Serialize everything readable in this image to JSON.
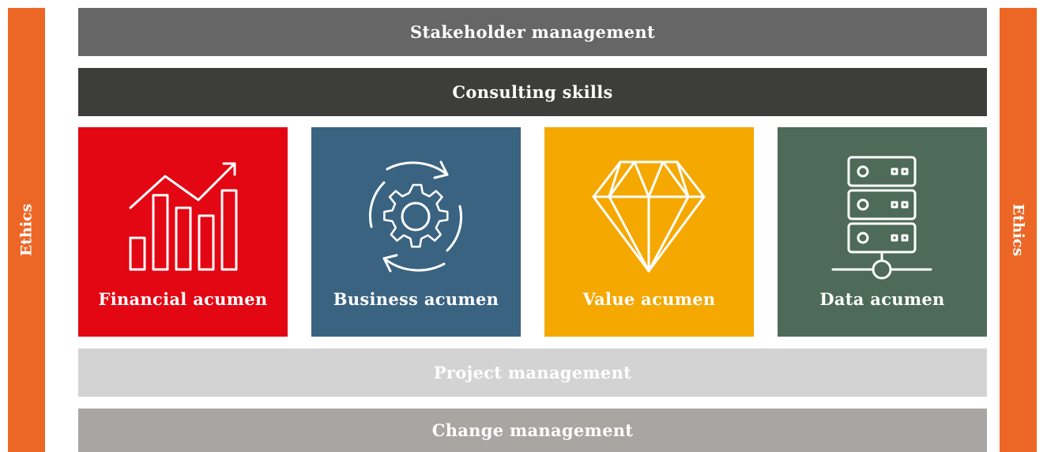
{
  "side_labels": {
    "left": "Ethics",
    "right": "Ethics"
  },
  "bars": {
    "stakeholder": "Stakeholder management",
    "consulting": "Consulting skills",
    "project": "Project management",
    "change": "Change management"
  },
  "tiles": [
    {
      "label": "Financial acumen",
      "icon": "bar-chart-trend-icon",
      "color": "#e30613"
    },
    {
      "label": "Business acumen",
      "icon": "gear-cycle-icon",
      "color": "#3a6382"
    },
    {
      "label": "Value acumen",
      "icon": "diamond-icon",
      "color": "#f5a800"
    },
    {
      "label": "Data acumen",
      "icon": "server-stack-icon",
      "color": "#4d6b58"
    }
  ],
  "colors": {
    "ethics": "#ec6726",
    "stakeholder": "#666666",
    "consulting": "#3d3d3b",
    "project": "#d3d3d3",
    "change": "#a7a6a3"
  }
}
